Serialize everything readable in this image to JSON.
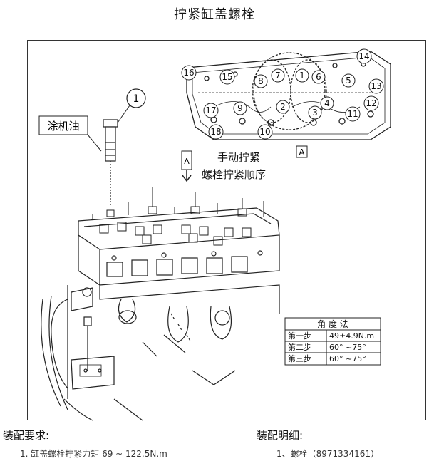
{
  "title": "拧紧缸盖螺栓",
  "callouts": {
    "bolt_part_number": "1",
    "oil_label": "涂机油",
    "view_marker": "A",
    "tighten_label_line1": "手动拧紧",
    "tighten_label_line2": "螺栓拧紧顺序"
  },
  "sequence_numbers": [
    "1",
    "2",
    "3",
    "4",
    "5",
    "6",
    "7",
    "8",
    "9",
    "10",
    "11",
    "12",
    "13",
    "14",
    "15",
    "16",
    "17",
    "18"
  ],
  "angle_table": {
    "header": "角 度 法",
    "rows": [
      {
        "step": "第一步",
        "value": "49±4.9N.m"
      },
      {
        "step": "第二步",
        "value": "60° ~75°"
      },
      {
        "step": "第三步",
        "value": "60° ~75°"
      }
    ]
  },
  "assembly_requirements": {
    "heading": "装配要求:",
    "items": [
      "1. 缸盖螺栓拧紧力矩 69 ~ 122.5N.m"
    ]
  },
  "assembly_details": {
    "heading": "装配明细:",
    "items": [
      "1、螺栓（8971334161）"
    ]
  }
}
